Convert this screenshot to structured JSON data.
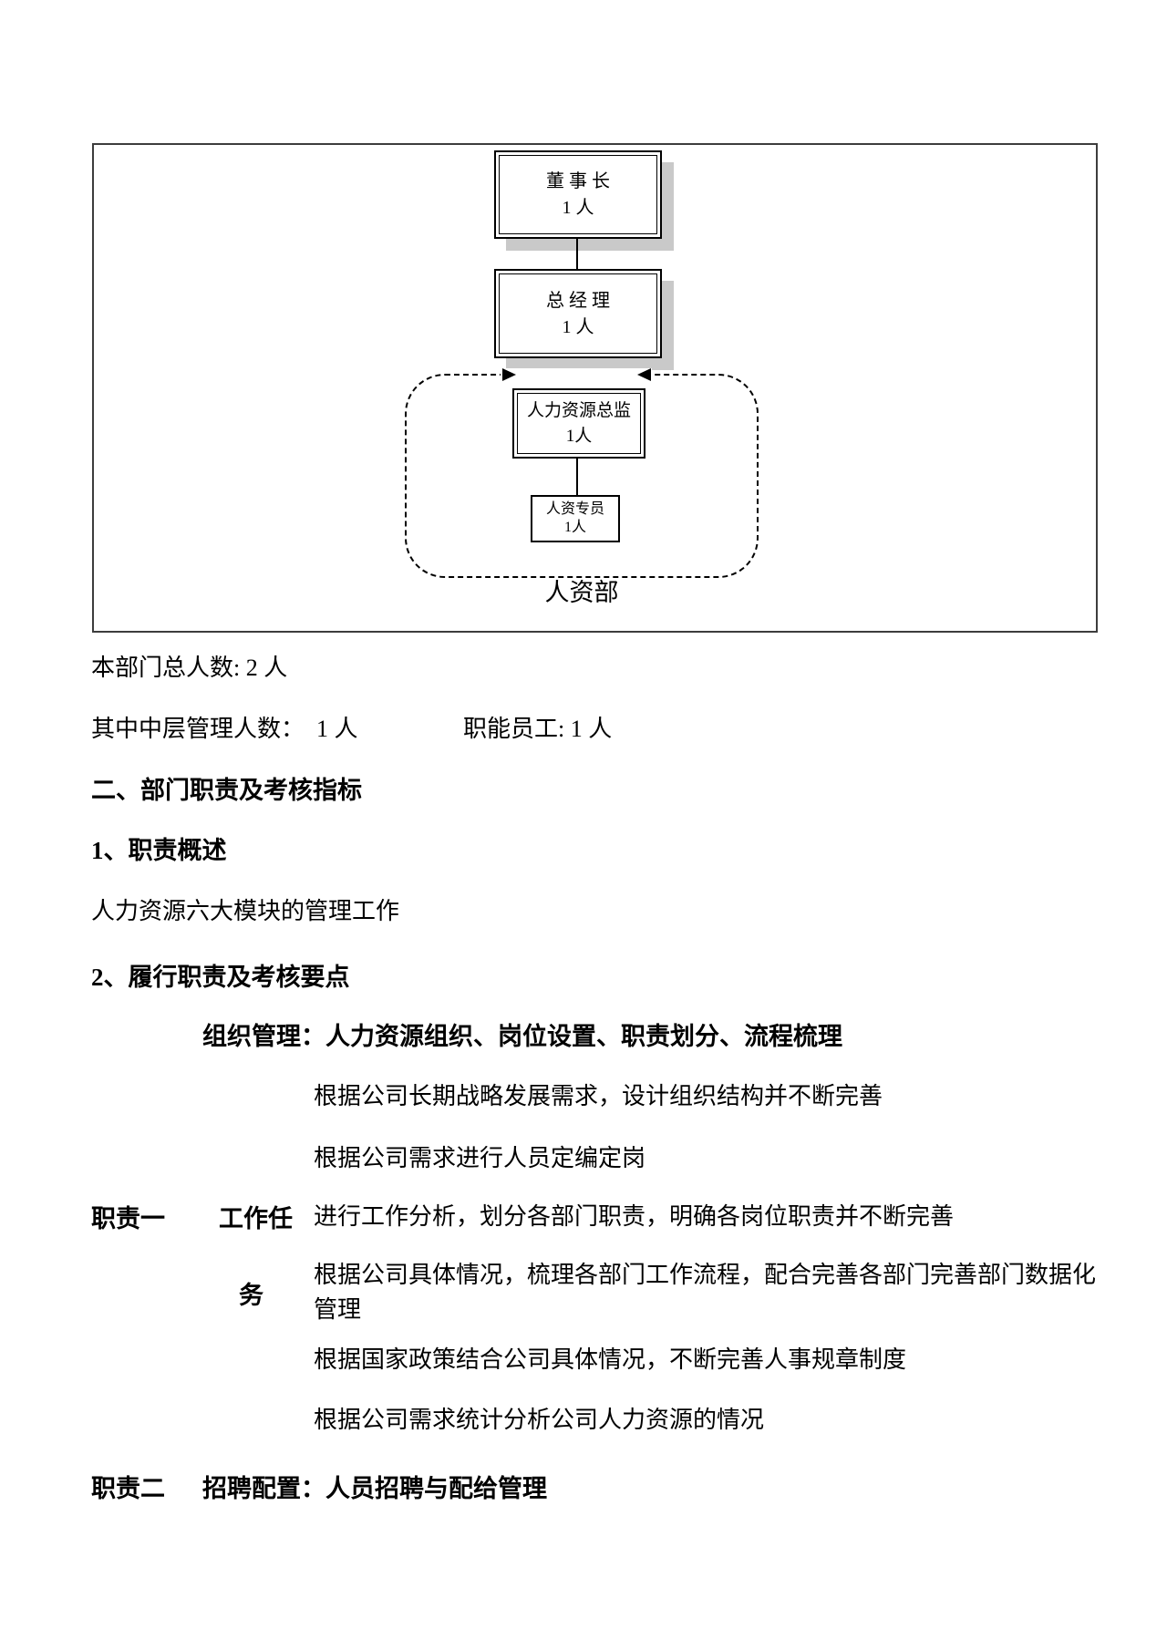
{
  "org_chart": {
    "caption": "人资部",
    "chairman": {
      "title": "董 事 长",
      "count": "1 人"
    },
    "general_manager": {
      "title": "总 经 理",
      "count": "1 人"
    },
    "hr_director": {
      "title": "人力资源总监",
      "count": "1人"
    },
    "hr_specialist": {
      "title": "人资专员",
      "count": "1人"
    },
    "colors": {
      "box_border": "#000000",
      "box_shadow": "#c9c9c9",
      "frame_border": "#3d3d3d",
      "background": "#ffffff"
    }
  },
  "headcount": {
    "total": "本部门总人数: 2 人",
    "middle_management": "其中中层管理人数：　1 人",
    "functional_staff": "职能员工: 1 人"
  },
  "sections": {
    "dept_duties_heading": "二、部门职责及考核指标",
    "duty_overview_heading": "1、职责概述",
    "duty_overview_body": "人力资源六大模块的管理工作",
    "duty_points_heading": "2、履行职责及考核要点"
  },
  "duty_one": {
    "row_label": "职责一",
    "task_label_line1": "工作任",
    "task_label_line2": "务",
    "category_title": "组织管理：人力资源组织、岗位设置、职责划分、流程梳理",
    "details": [
      "根据公司长期战略发展需求，设计组织结构并不断完善",
      "根据公司需求进行人员定编定岗",
      "进行工作分析，划分各部门职责，明确各岗位职责并不断完善",
      "根据公司具体情况，梳理各部门工作流程，配合完善各部门完善部门数据化",
      "管理",
      "根据国家政策结合公司具体情况，不断完善人事规章制度",
      "根据公司需求统计分析公司人力资源的情况"
    ]
  },
  "duty_two": {
    "row_label": "职责二",
    "category_title": "招聘配置：人员招聘与配给管理"
  }
}
